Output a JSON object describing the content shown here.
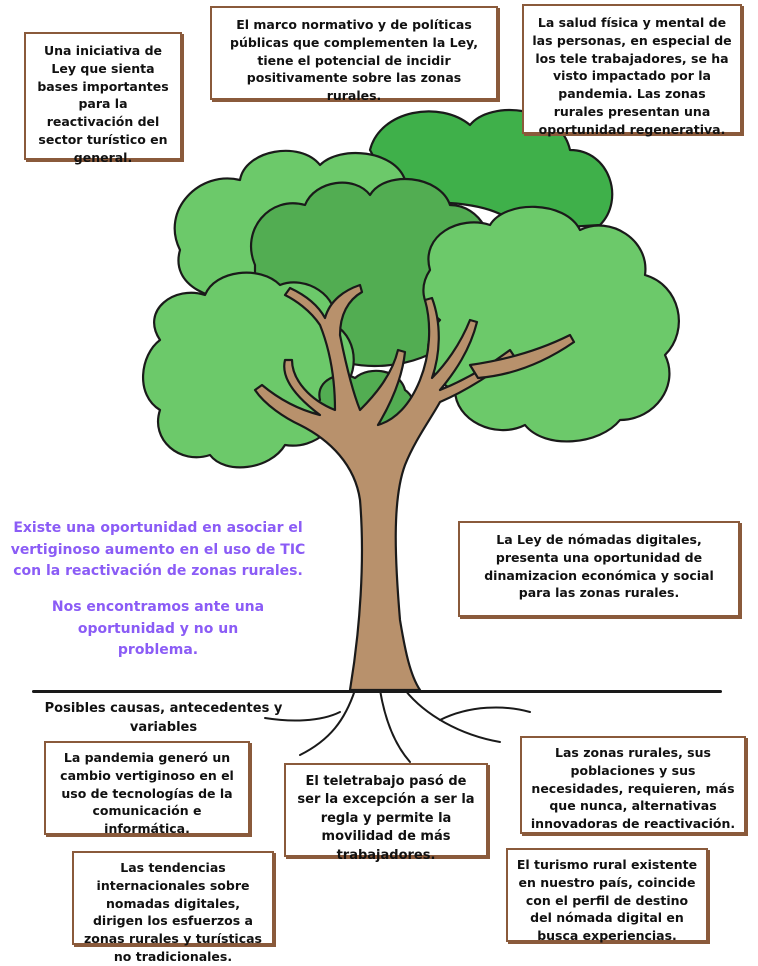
{
  "colors": {
    "leaf_light": "#6cc96a",
    "leaf_mid": "#52ad52",
    "leaf_dark": "#3fb04a",
    "trunk": "#b8916c",
    "box_border": "#8a5a3b",
    "purple_text": "#8b5cf6"
  },
  "boxes": {
    "top_left": "Una iniciativa de Ley que sienta bases importantes para la reactivación del sector turístico en general.",
    "top_center": "El marco normativo y de políticas públicas que complementen la Ley, tiene el potencial de incidir positivamente sobre las zonas rurales.",
    "top_right": "La salud física y mental de las personas, en especial de los tele trabajadores, se ha visto impactado por la pandemia. Las zonas rurales presentan una oportunidad  regenerativa.",
    "mid_right": "La Ley de nómadas digitales, presenta una oportunidad de dinamizacion económica y social para las zonas rurales.",
    "root_left_1": "La pandemia generó un cambio vertiginoso en el uso de tecnologías de la comunicación e informática.",
    "root_left_2": "Las tendencias internacionales sobre nomadas digitales, dirigen los esfuerzos a zonas rurales y turísticas no tradicionales.",
    "root_center": "El teletrabajo pasó de ser la excepción a ser la regla y permite la movilidad de más trabajadores.",
    "root_right_1": "Las zonas rurales, sus poblaciones y sus necesidades, requieren, más que nunca, alternativas innovadoras de reactivación.",
    "root_right_2": "El turismo rural existente en nuestro país, coincide con el perfil de destino del nómada digital en busca experiencias."
  },
  "center_text": {
    "line1": "Existe una oportunidad en asociar el vertiginoso aumento en el uso de TIC con la reactivación de zonas rurales.",
    "line2": "Nos encontramos ante una oportunidad y no un problema."
  },
  "roots_heading": "Posibles causas, antecedentes y variables"
}
